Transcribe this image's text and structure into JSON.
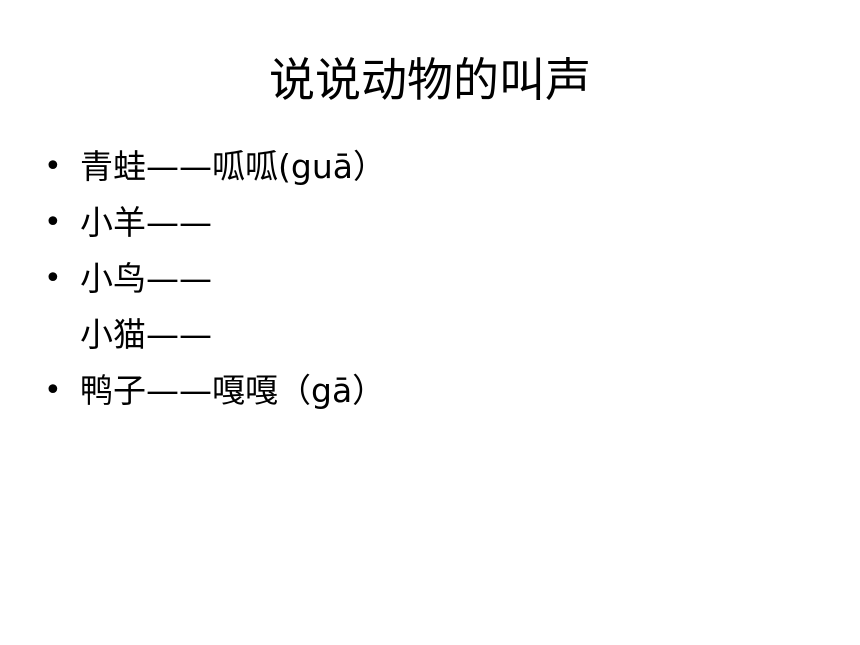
{
  "slide": {
    "title": "说说动物的叫声",
    "bullet_symbol": "•",
    "items": [
      {
        "text": "青蛙——呱呱(guā）",
        "has_bullet": true
      },
      {
        "text": "小羊——",
        "has_bullet": true
      },
      {
        "text": "小鸟——",
        "has_bullet": true
      },
      {
        "text": "小猫——",
        "has_bullet": false
      },
      {
        "text": "鸭子——嘎嘎（gā）",
        "has_bullet": true
      }
    ]
  }
}
